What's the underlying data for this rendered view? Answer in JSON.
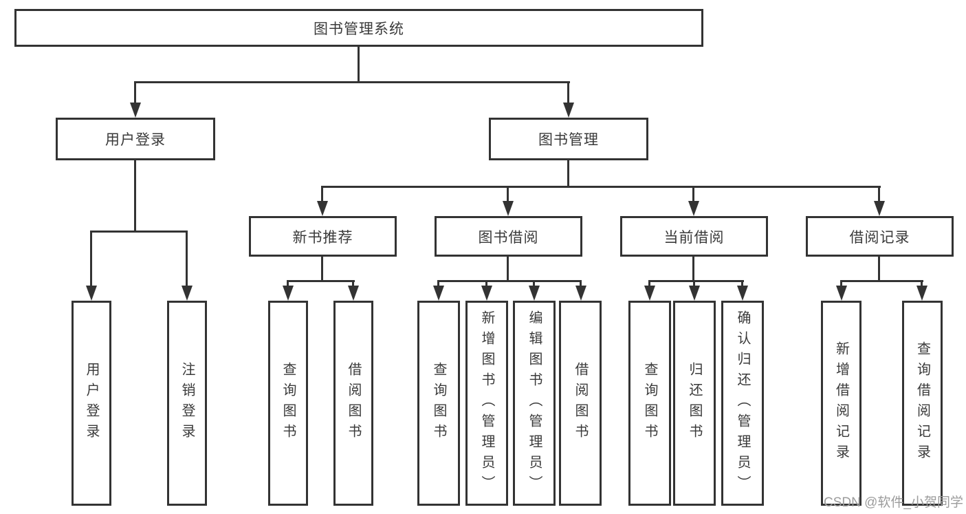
{
  "diagram": {
    "root": "图书管理系统",
    "user_branch": {
      "label": "用户登录",
      "children": [
        "用户登录",
        "注销登录"
      ]
    },
    "book_branch": {
      "label": "图书管理",
      "groups": [
        {
          "label": "新书推荐",
          "children": [
            "查询图书",
            "借阅图书"
          ]
        },
        {
          "label": "图书借阅",
          "children": [
            "查询图书",
            "新增图书（管理员）",
            "编辑图书（管理员）",
            "借阅图书"
          ]
        },
        {
          "label": "当前借阅",
          "children": [
            "查询图书",
            "归还图书",
            "确认归还（管理员）"
          ]
        },
        {
          "label": "借阅记录",
          "children": [
            "新增借阅记录",
            "查询借阅记录"
          ]
        }
      ]
    }
  },
  "watermark": "CSDN @软件_小贺同学",
  "colors": {
    "line": "#333333",
    "text": "#3a3a3a",
    "wm": "#9c9c9c",
    "bg": "#ffffff"
  }
}
